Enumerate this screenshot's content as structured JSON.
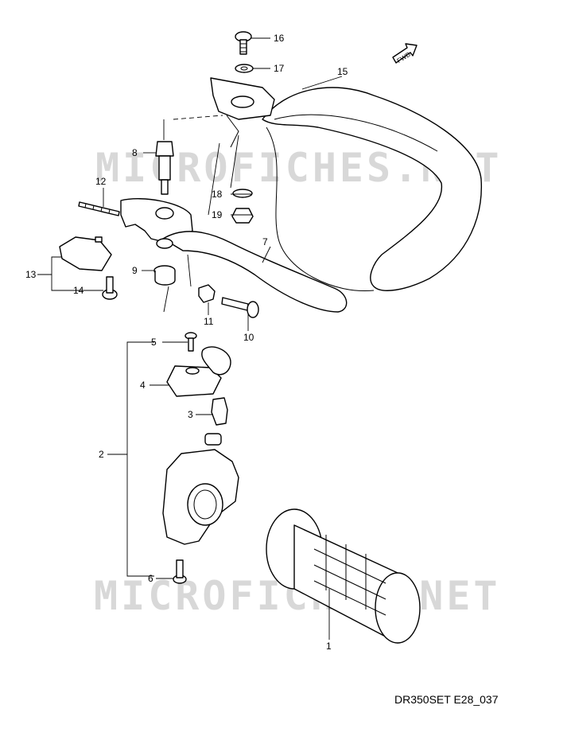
{
  "watermark": "MICROFICHES.NET",
  "diagram_code": "DR350SET E28_037",
  "fwd_label": "FWD",
  "parts": [
    {
      "no": "1"
    },
    {
      "no": "2"
    },
    {
      "no": "3"
    },
    {
      "no": "4"
    },
    {
      "no": "5"
    },
    {
      "no": "6"
    },
    {
      "no": "7"
    },
    {
      "no": "8"
    },
    {
      "no": "9"
    },
    {
      "no": "10"
    },
    {
      "no": "11"
    },
    {
      "no": "12"
    },
    {
      "no": "13"
    },
    {
      "no": "14"
    },
    {
      "no": "15"
    },
    {
      "no": "16"
    },
    {
      "no": "17"
    },
    {
      "no": "18"
    },
    {
      "no": "19"
    }
  ],
  "colors": {
    "line": "#000000",
    "watermark": "#d8d8d8",
    "background": "#ffffff"
  }
}
